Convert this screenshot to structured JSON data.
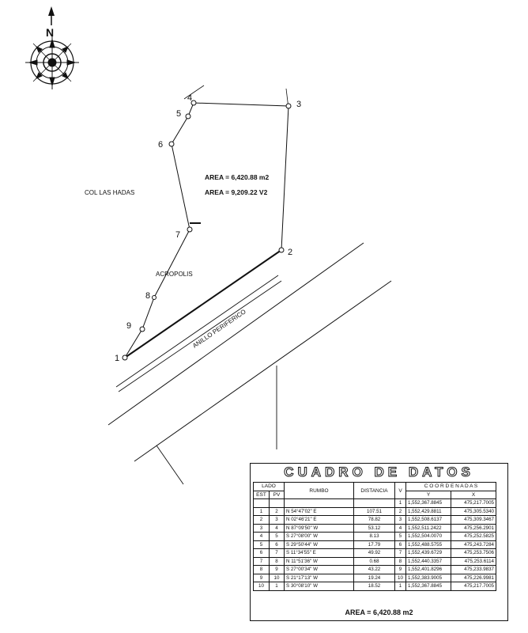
{
  "compass": {
    "north_label": "N"
  },
  "labels": {
    "area_m2": "AREA = 6,420.88 m2",
    "area_v2": "AREA = 9,209.22 V2",
    "neighborhood": "COL LAS HADAS",
    "property_name": "ACROPOLIS",
    "road_name": "ANILLO PERIFERICO"
  },
  "vertices": [
    "1",
    "2",
    "3",
    "4",
    "5",
    "6",
    "7",
    "8",
    "9"
  ],
  "table": {
    "title": "CUADRO DE DATOS",
    "headers": {
      "lado": "LADO",
      "est": "EST",
      "pv": "PV",
      "rumbo": "RUMBO",
      "distancia": "DISTANCIA",
      "v": "V",
      "coordenadas": "C O O R D E N A D A S",
      "y": "Y",
      "x": "X"
    },
    "first_row": {
      "v": "1",
      "y": "1,552,367.8845",
      "x": "475,217.7005"
    },
    "rows": [
      {
        "est": "1",
        "pv": "2",
        "rumbo": "N 54°47'02\"  E",
        "dist": "107.51",
        "v": "2",
        "y": "1,552,429.8811",
        "x": "475,305.5340"
      },
      {
        "est": "2",
        "pv": "3",
        "rumbo": "N 02°46'21\"  E",
        "dist": "78.82",
        "v": "3",
        "y": "1,552,508.6137",
        "x": "475,309.3467"
      },
      {
        "est": "3",
        "pv": "4",
        "rumbo": "N 87°09'50\"  W",
        "dist": "53.12",
        "v": "4",
        "y": "1,552,511.2422",
        "x": "475,256.2901"
      },
      {
        "est": "4",
        "pv": "5",
        "rumbo": "S 27°08'00\"  W",
        "dist": "8.13",
        "v": "5",
        "y": "1,552,504.0070",
        "x": "475,252.5825"
      },
      {
        "est": "5",
        "pv": "6",
        "rumbo": "S 29°50'44\"  W",
        "dist": "17.79",
        "v": "6",
        "y": "1,552,488.5755",
        "x": "475,243.7284"
      },
      {
        "est": "6",
        "pv": "7",
        "rumbo": "S 11°34'55\"  E",
        "dist": "49.92",
        "v": "7",
        "y": "1,552,439.6729",
        "x": "475,253.7506"
      },
      {
        "est": "7",
        "pv": "8",
        "rumbo": "N 11°51'36\"  W",
        "dist": "0.68",
        "v": "8",
        "y": "1,552,440.3357",
        "x": "475,253.6114"
      },
      {
        "est": "8",
        "pv": "9",
        "rumbo": "S 27°00'34\"  W",
        "dist": "43.22",
        "v": "9",
        "y": "1,552,401.8296",
        "x": "475,233.9837"
      },
      {
        "est": "9",
        "pv": "10",
        "rumbo": "S 21°17'13\"  W",
        "dist": "19.24",
        "v": "10",
        "y": "1,552,383.9005",
        "x": "475,226.9981"
      },
      {
        "est": "10",
        "pv": "1",
        "rumbo": "S 30°08'10\"  W",
        "dist": "18.52",
        "v": "1",
        "y": "1,552,367.8845",
        "x": "475,217.7005"
      }
    ],
    "area_total": "AREA = 6,420.88 m2"
  }
}
